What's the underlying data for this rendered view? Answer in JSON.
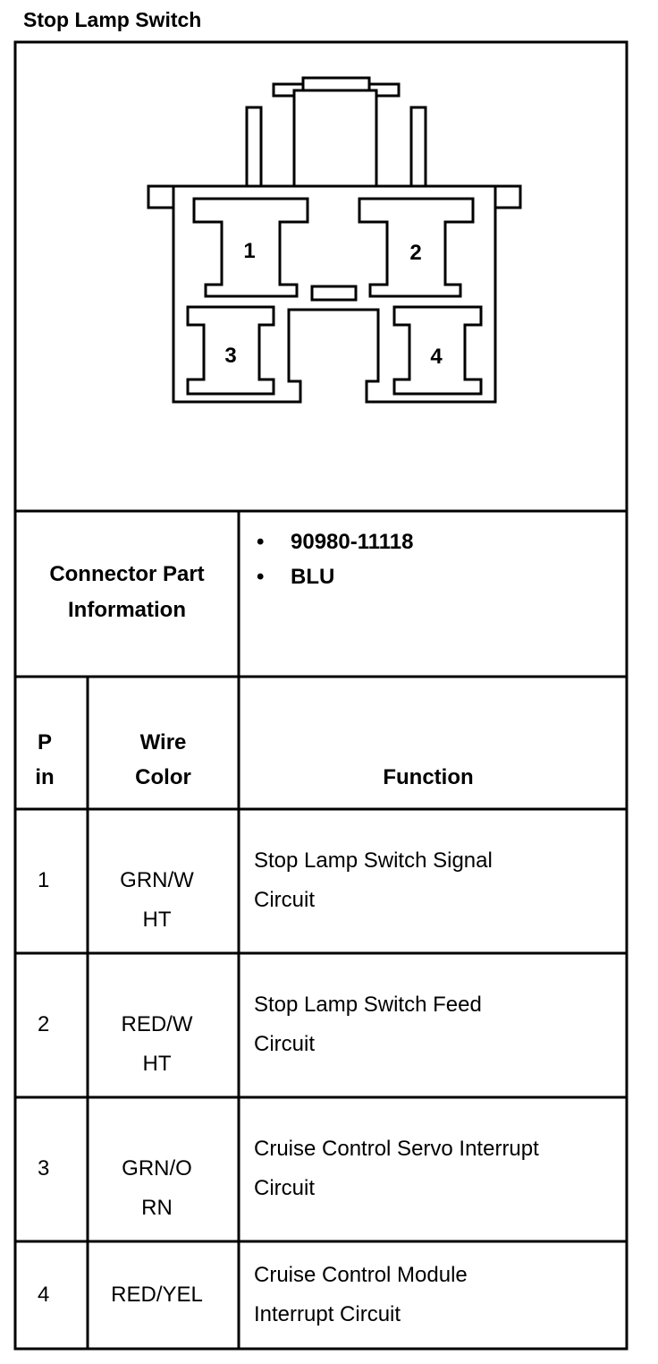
{
  "title": "Stop Lamp Switch",
  "connector_pins": [
    "1",
    "2",
    "3",
    "4"
  ],
  "connector_info": {
    "label_line1": "Connector Part",
    "label_line2": "Information",
    "bullets": [
      "90980-11118",
      "BLU"
    ]
  },
  "table_headers": {
    "pin_line1": "P",
    "pin_line2": "in",
    "wire_line1": "Wire",
    "wire_line2": "Color",
    "function": "Function"
  },
  "rows": [
    {
      "pin": "1",
      "wire_line1": "GRN/W",
      "wire_line2": "HT",
      "function_line1": "Stop Lamp Switch Signal",
      "function_line2": "Circuit"
    },
    {
      "pin": "2",
      "wire_line1": "RED/W",
      "wire_line2": "HT",
      "function_line1": "Stop Lamp Switch Feed",
      "function_line2": "Circuit"
    },
    {
      "pin": "3",
      "wire_line1": "GRN/O",
      "wire_line2": "RN",
      "function_line1": "Cruise Control Servo Interrupt",
      "function_line2": "Circuit"
    },
    {
      "pin": "4",
      "wire_line1": "RED/YEL",
      "wire_line2": "",
      "function_line1": "Cruise Control Module",
      "function_line2": "Interrupt Circuit"
    }
  ]
}
